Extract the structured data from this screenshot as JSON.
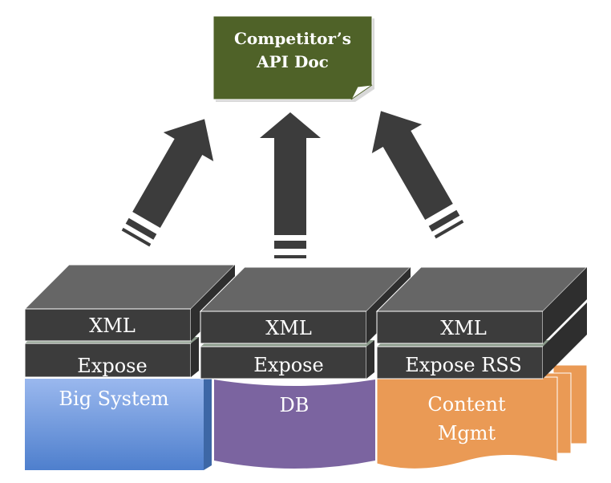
{
  "target": {
    "line1": "Competitor’s",
    "line2": "API Doc",
    "color": "#4f6228"
  },
  "arrows": {
    "color": "#3c3c3c",
    "count": 3
  },
  "stacks": [
    {
      "xml_label": "XML",
      "expose_label": "Expose",
      "base_label": "Big System",
      "base_color": "#5b8bd6",
      "base_shape": "box"
    },
    {
      "xml_label": "XML",
      "expose_label": "Expose",
      "base_label": "DB",
      "base_color": "#7b64a0",
      "base_shape": "cylinder"
    },
    {
      "xml_label": "XML",
      "expose_label": "Expose RSS",
      "base_label_line1": "Content",
      "base_label_line2": "Mgmt",
      "base_color": "#ea9a55",
      "base_shape": "multi-document"
    }
  ],
  "colors": {
    "layer_front": "#3c3c3c",
    "layer_top": "#666666",
    "layer_side": "#2e2e2e"
  }
}
